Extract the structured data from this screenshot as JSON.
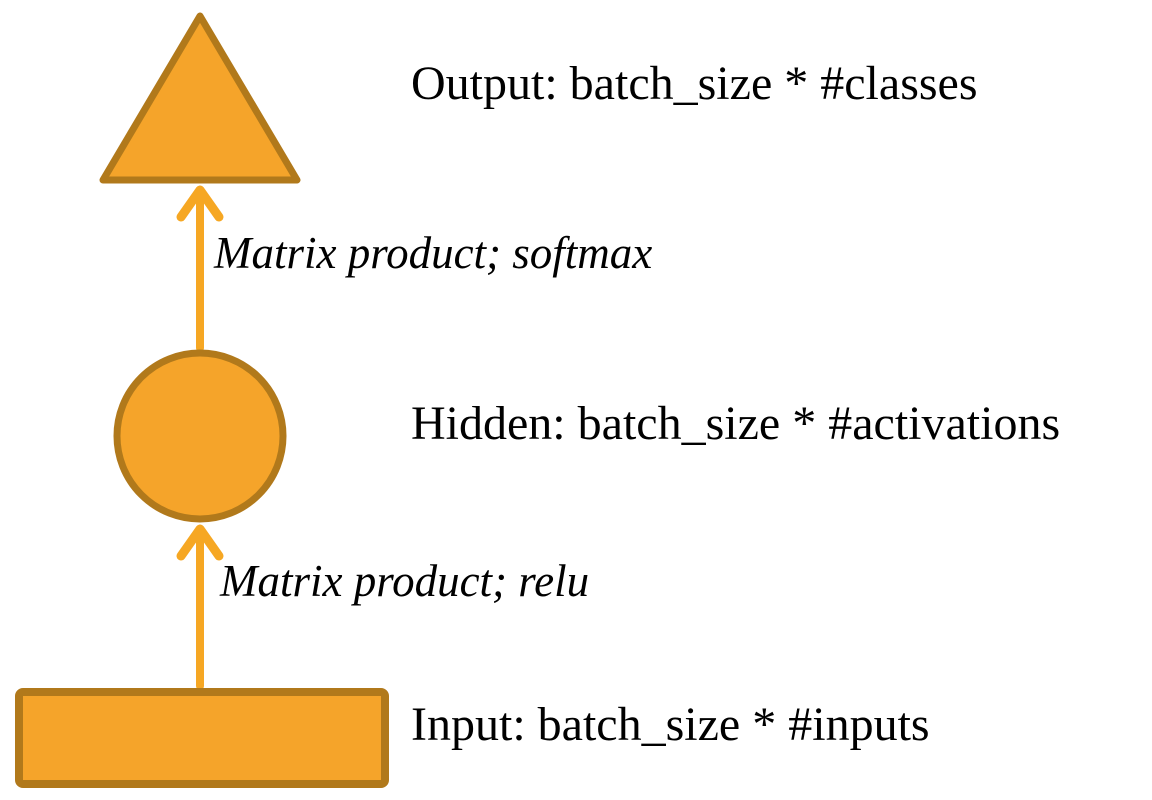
{
  "diagram": {
    "type": "neural-network-layers",
    "nodes": [
      {
        "id": "output",
        "shape": "triangle",
        "label": "Output: batch_size * #classes"
      },
      {
        "id": "hidden",
        "shape": "circle",
        "label": "Hidden: batch_size * #activations"
      },
      {
        "id": "input",
        "shape": "rectangle",
        "label": "Input: batch_size * #inputs"
      }
    ],
    "edges": [
      {
        "from": "hidden",
        "to": "output",
        "direction": "up",
        "label": "Matrix product; softmax"
      },
      {
        "from": "input",
        "to": "hidden",
        "direction": "up",
        "label": "Matrix product; relu"
      }
    ],
    "colors": {
      "shape_fill": "#F5A42A",
      "shape_stroke": "#B1791B",
      "arrow": "#F6A723",
      "text": "#000000",
      "background": "#FFFFFF"
    }
  }
}
